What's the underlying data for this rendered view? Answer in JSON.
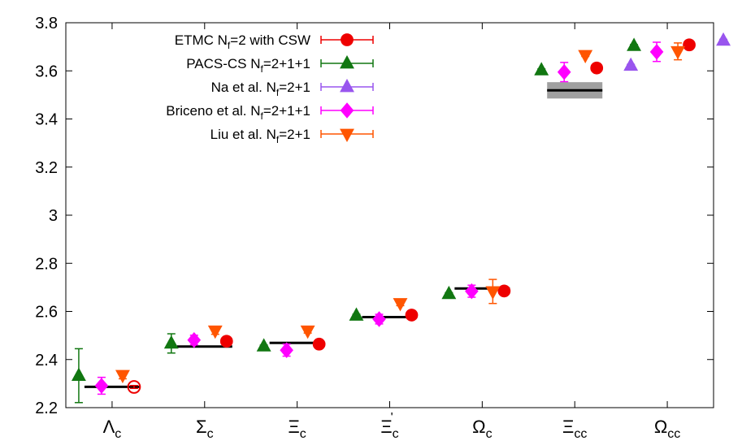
{
  "chart_data": {
    "type": "scatter",
    "ylim": [
      2.2,
      3.8
    ],
    "yticks": [
      "2.2",
      "2.4",
      "2.6",
      "2.8",
      "3",
      "3.2",
      "3.4",
      "3.6",
      "3.8"
    ],
    "grid": false,
    "legend_position": "top-left",
    "categories": [
      {
        "base": "Λ",
        "sub": "c",
        "prime": ""
      },
      {
        "base": "Σ",
        "sub": "c",
        "prime": ""
      },
      {
        "base": "Ξ",
        "sub": "c",
        "prime": ""
      },
      {
        "base": "Ξ",
        "sub": "c",
        "prime": "'"
      },
      {
        "base": "Ω",
        "sub": "c",
        "prime": ""
      },
      {
        "base": "Ξ",
        "sub": "cc",
        "prime": ""
      },
      {
        "base": "Ω",
        "sub": "cc",
        "prime": ""
      }
    ],
    "experimental": {
      "values": [
        2.2865,
        2.454,
        2.4694,
        2.5765,
        2.6952,
        3.519,
        null
      ],
      "band": [
        null,
        null,
        null,
        null,
        null,
        [
          3.485,
          3.553
        ],
        null
      ]
    },
    "series": [
      {
        "name_pre": "ETMC N",
        "name_sub": "f",
        "name_post": "=2 with CSW",
        "marker": "circle",
        "color": "#ee0000",
        "values": [
          2.286,
          2.476,
          2.464,
          2.585,
          2.685,
          3.612,
          3.708
        ],
        "errors": [
          0.006,
          0.01,
          0.01,
          0.01,
          0.01,
          0.012,
          0.012
        ],
        "open": [
          true,
          false,
          false,
          false,
          false,
          false,
          false
        ]
      },
      {
        "name_pre": "PACS-CS N",
        "name_sub": "f",
        "name_post": "=2+1+1",
        "marker": "triangle-up",
        "color": "#117711",
        "values": [
          2.333,
          2.467,
          2.455,
          2.583,
          2.673,
          3.603,
          3.704
        ],
        "errors": [
          0.112,
          0.04,
          0.005,
          0.005,
          0.005,
          0.005,
          0.005
        ]
      },
      {
        "name_pre": "Na et al. N",
        "name_sub": "f",
        "name_post": "=2+1",
        "marker": "triangle-up",
        "color": "#9955ee",
        "values": [
          null,
          null,
          null,
          null,
          null,
          3.622,
          3.726
        ],
        "errors": [
          null,
          null,
          null,
          null,
          null,
          0.005,
          0.005
        ]
      },
      {
        "name_pre": "Briceno et al. N",
        "name_sub": "f",
        "name_post": "=2+1+1",
        "marker": "diamond",
        "color": "#ff00ff",
        "values": [
          2.291,
          2.481,
          2.439,
          2.568,
          2.684,
          3.595,
          3.679
        ],
        "errors": [
          0.035,
          0.02,
          0.025,
          0.02,
          0.025,
          0.04,
          0.04
        ]
      },
      {
        "name_pre": "Liu et al. N",
        "name_sub": "f",
        "name_post": "=2+1",
        "marker": "triangle-down",
        "color": "#ff5500",
        "values": [
          2.335,
          2.52,
          2.52,
          2.634,
          2.683,
          3.665,
          3.681
        ],
        "errors": [
          0.015,
          0.015,
          0.01,
          0.01,
          0.05,
          0.005,
          0.035
        ]
      }
    ]
  }
}
